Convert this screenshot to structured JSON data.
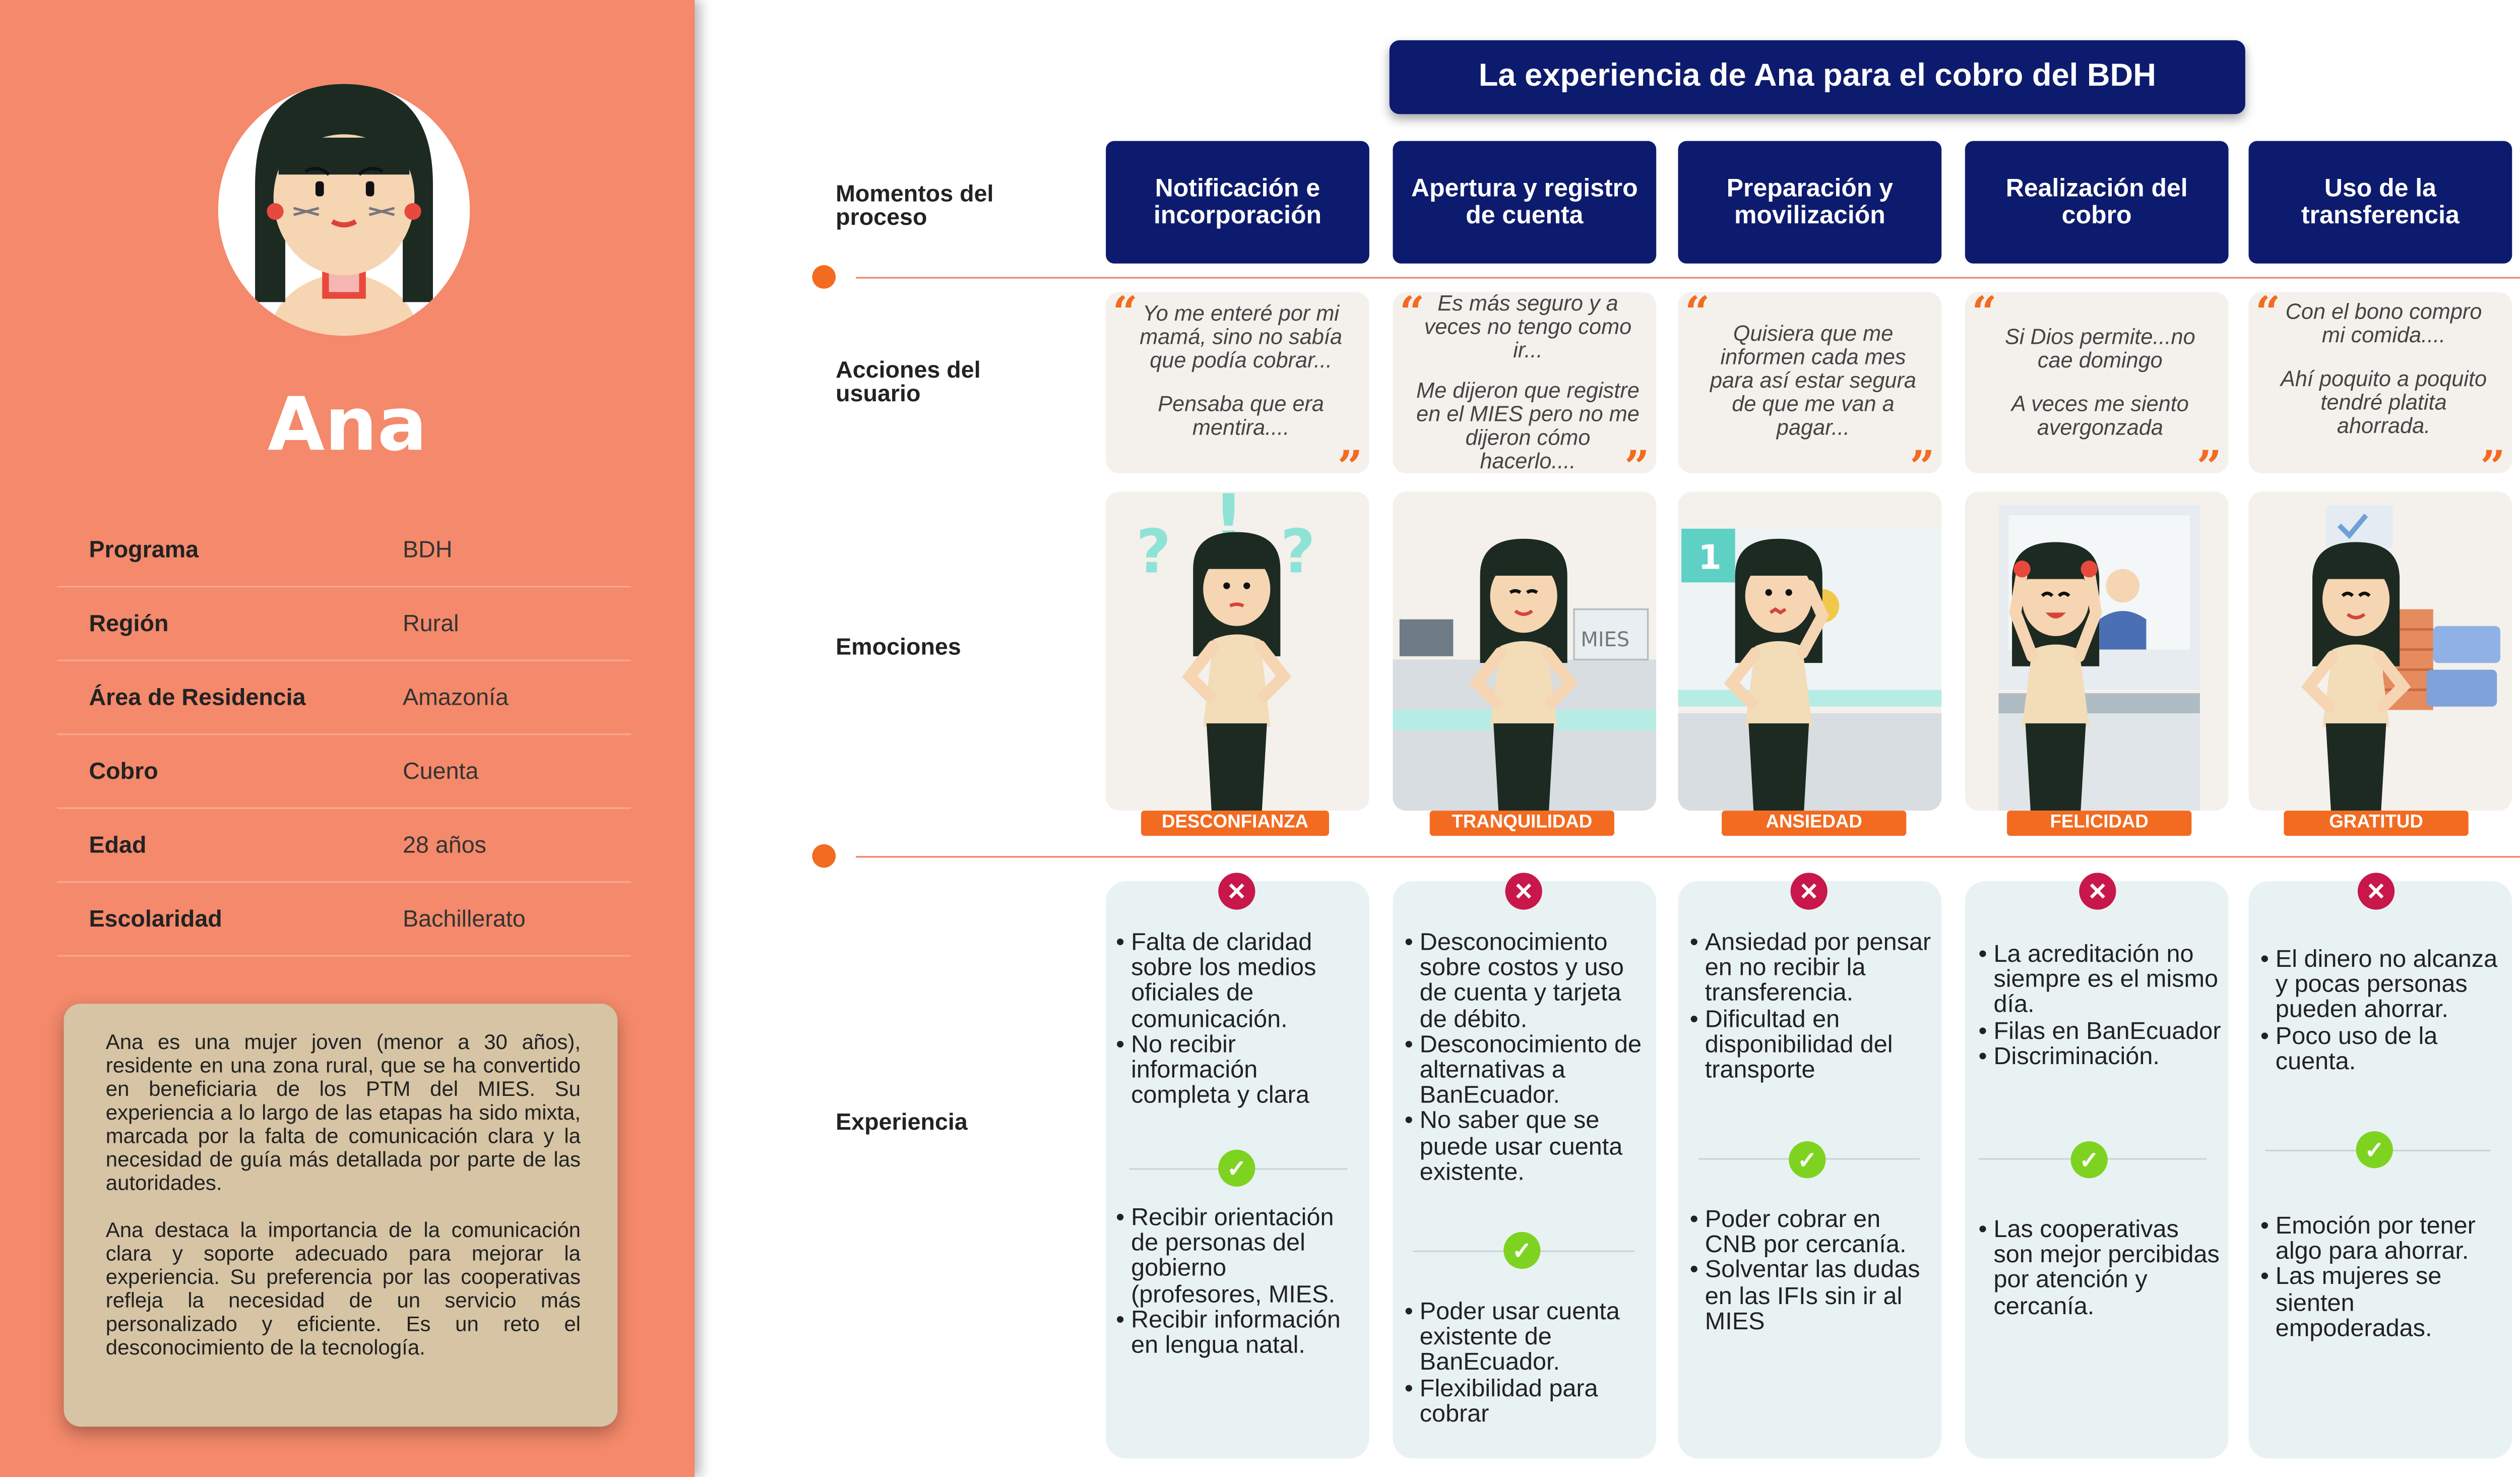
{
  "title": "La experiencia de Ana para el cobro del BDH",
  "persona": {
    "name": "Ana",
    "info": [
      {
        "label": "Programa",
        "value": "BDH"
      },
      {
        "label": "Región",
        "value": "Rural"
      },
      {
        "label": "Área de Residencia",
        "value": "Amazonía"
      },
      {
        "label": "Cobro",
        "value": "Cuenta"
      },
      {
        "label": "Edad",
        "value": "28 años"
      },
      {
        "label": "Escolaridad",
        "value": "Bachillerato"
      }
    ],
    "description": [
      "Ana es una mujer joven (menor a 30 años), residente en una zona rural, que se ha convertido en beneficiaria de los PTM del MIES. Su experiencia a lo largo de las etapas ha sido mixta, marcada por la falta de comunicación clara y la necesidad de guía más detallada por parte de las autoridades.",
      "Ana destaca la importancia de la comunicación clara y soporte adecuado para mejorar la experiencia. Su preferencia por las cooperativas refleja la necesidad de un servicio más personalizado y eficiente. Es un reto el desconocimiento de la tecnología."
    ]
  },
  "row_labels": {
    "moments": "Momentos del proceso",
    "actions": "Acciones del usuario",
    "emotions": "Emociones",
    "experience": "Experiencia"
  },
  "stages": [
    {
      "name": "Notificación e incorporación",
      "quotes": [
        "Yo me enteré por mi mamá, sino no sabía que podía cobrar...",
        "Pensaba que era mentira...."
      ],
      "emotion": "DESCONFIANZA",
      "negatives": [
        "Falta de claridad sobre los medios oficiales de comunicación.",
        "No recibir información completa y clara"
      ],
      "positives": [
        "Recibir orientación de personas del gobierno (profesores, MIES.",
        "Recibir información en lengua natal."
      ]
    },
    {
      "name": "Apertura y registro de cuenta",
      "quotes": [
        "Es más seguro y a veces no tengo como ir...",
        "Me dijeron que registre en el MIES pero no me dijeron cómo hacerlo...."
      ],
      "emotion": "TRANQUILIDAD",
      "negatives": [
        "Desconocimiento sobre costos y uso de cuenta y tarjeta de débito.",
        "Desconocimiento de alternativas a BanEcuador.",
        "No saber que se puede usar cuenta existente."
      ],
      "positives": [
        "Poder usar cuenta existente de BanEcuador.",
        "Flexibilidad para cobrar"
      ]
    },
    {
      "name": "Preparación y movilización",
      "quotes": [
        "Quisiera que me informen cada mes para así estar segura de que me van a pagar..."
      ],
      "emotion": "ANSIEDAD",
      "negatives": [
        "Ansiedad por pensar en no recibir la transferencia.",
        "Dificultad en disponibilidad del transporte"
      ],
      "positives": [
        "Poder cobrar en CNB por cercanía.",
        "Solventar las dudas en las IFIs sin ir al MIES"
      ]
    },
    {
      "name": "Realización del cobro",
      "quotes": [
        "Si Dios permite...no cae domingo",
        "A veces me siento avergonzada"
      ],
      "emotion": "FELICIDAD",
      "negatives": [
        "La acreditación no siempre es el mismo día.",
        "Filas en BanEcuador",
        "Discriminación."
      ],
      "positives": [
        "Las cooperativas son mejor percibidas por atención y cercanía."
      ]
    },
    {
      "name": "Uso de la transferencia",
      "quotes": [
        "Con el bono compro mi comida....",
        "Ahí poquito a poquito tendré platita ahorrada."
      ],
      "emotion": "GRATITUD",
      "negatives": [
        "El dinero no alcanza y pocas personas pueden ahorrar.",
        "Poco uso de la cuenta."
      ],
      "positives": [
        "Emoción por tener algo para ahorrar.",
        "Las mujeres se sienten empoderadas."
      ]
    }
  ],
  "icons": {
    "negative": "x-circle-icon",
    "positive": "check-circle-icon"
  },
  "colors": {
    "sidebar": "#f4896b",
    "navy": "#0d1b6e",
    "orange": "#f26b21",
    "negative": "#c8174a",
    "positive": "#7ed321"
  }
}
